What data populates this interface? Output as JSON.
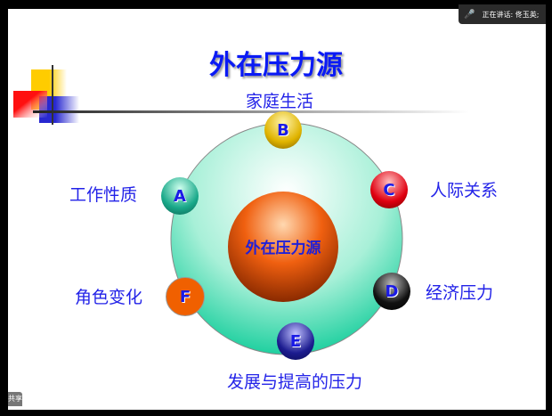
{
  "title": "外在压力源",
  "center_label": "外在压力源",
  "nodes": [
    {
      "letter": "A",
      "label": "工作性质",
      "color": "#1aa98a"
    },
    {
      "letter": "B",
      "label": "家庭生活",
      "color": "#e0b400"
    },
    {
      "letter": "C",
      "label": "人际关系",
      "color": "#e00010"
    },
    {
      "letter": "D",
      "label": "经济压力",
      "color": "#111111"
    },
    {
      "letter": "E",
      "label": "发展与提高的压力",
      "color": "#1c1c90"
    },
    {
      "letter": "F",
      "label": "角色变化",
      "color": "#f06000"
    }
  ],
  "meeting": {
    "speaking_label": "正在讲话: 佟玉英;",
    "share_label": "共享"
  }
}
